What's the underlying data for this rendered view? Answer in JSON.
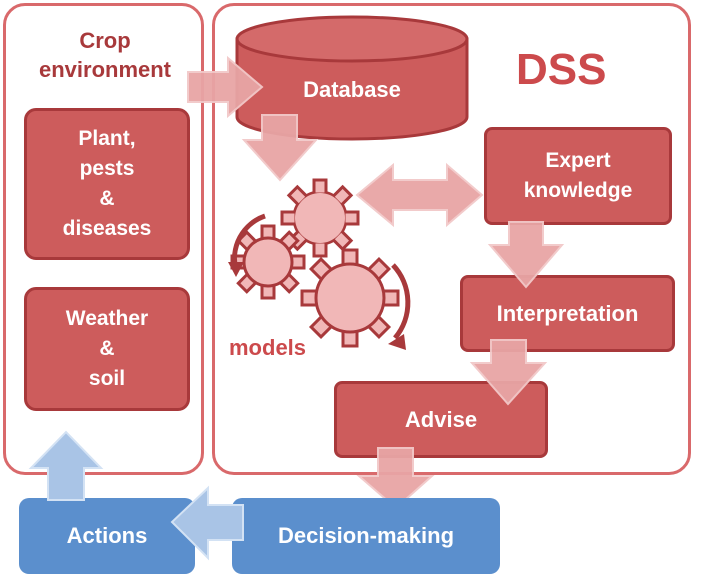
{
  "left_panel": {
    "title_line1": "Crop",
    "title_line2": "environment",
    "box1": [
      "Plant,",
      "pests",
      "&",
      "diseases"
    ],
    "box2": [
      "Weather",
      "&",
      "soil"
    ]
  },
  "dss": {
    "title": "DSS",
    "database": "Database",
    "expert": [
      "Expert",
      "knowledge"
    ],
    "models": "models",
    "interpretation": "Interpretation",
    "advise": "Advise"
  },
  "bottom": {
    "decision": "Decision-making",
    "actions": "Actions"
  },
  "colors": {
    "box_fill": "#cd5c5c",
    "box_border": "#a8393b",
    "panel_border": "#d9696b",
    "arrow_pink": "#e8a5a5",
    "blue": "#5b8fcd",
    "arrow_blue": "#a9c4e6"
  }
}
